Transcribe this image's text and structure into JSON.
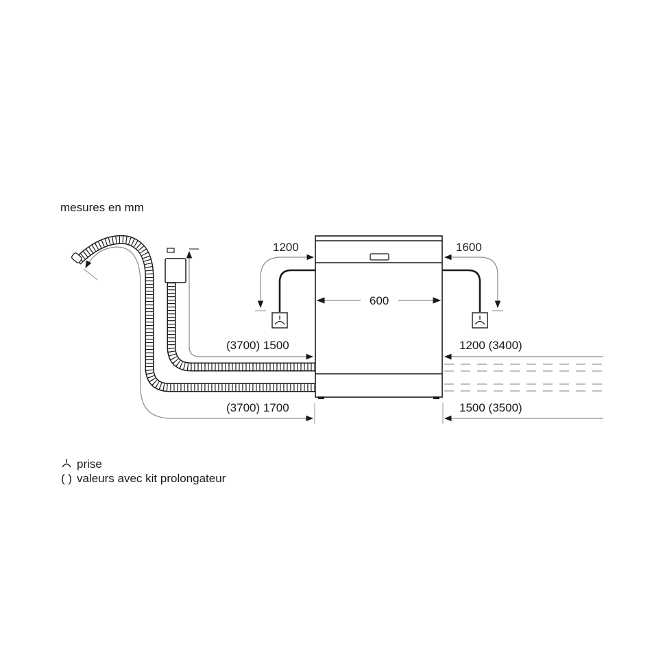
{
  "diagram": {
    "title": "mesures en mm",
    "unit": "mm",
    "appliance_width": "600",
    "power_left": "1200",
    "power_right": "1600",
    "inlet_left": "(3700) 1500",
    "drain_left": "(3700) 1700",
    "inlet_right": "1200 (3400)",
    "drain_right": "1500 (3500)"
  },
  "legend": {
    "items": [
      {
        "symbol": "outlet-icon",
        "glyph": "⩚",
        "label": "prise"
      },
      {
        "symbol": "parentheses",
        "glyph": "( )",
        "label": "valeurs avec kit prolongateur"
      }
    ]
  },
  "colors": {
    "line": "#1a1a1a",
    "dimension": "#8a8a8a",
    "dash": "#9a9a9a",
    "background": "#ffffff"
  }
}
